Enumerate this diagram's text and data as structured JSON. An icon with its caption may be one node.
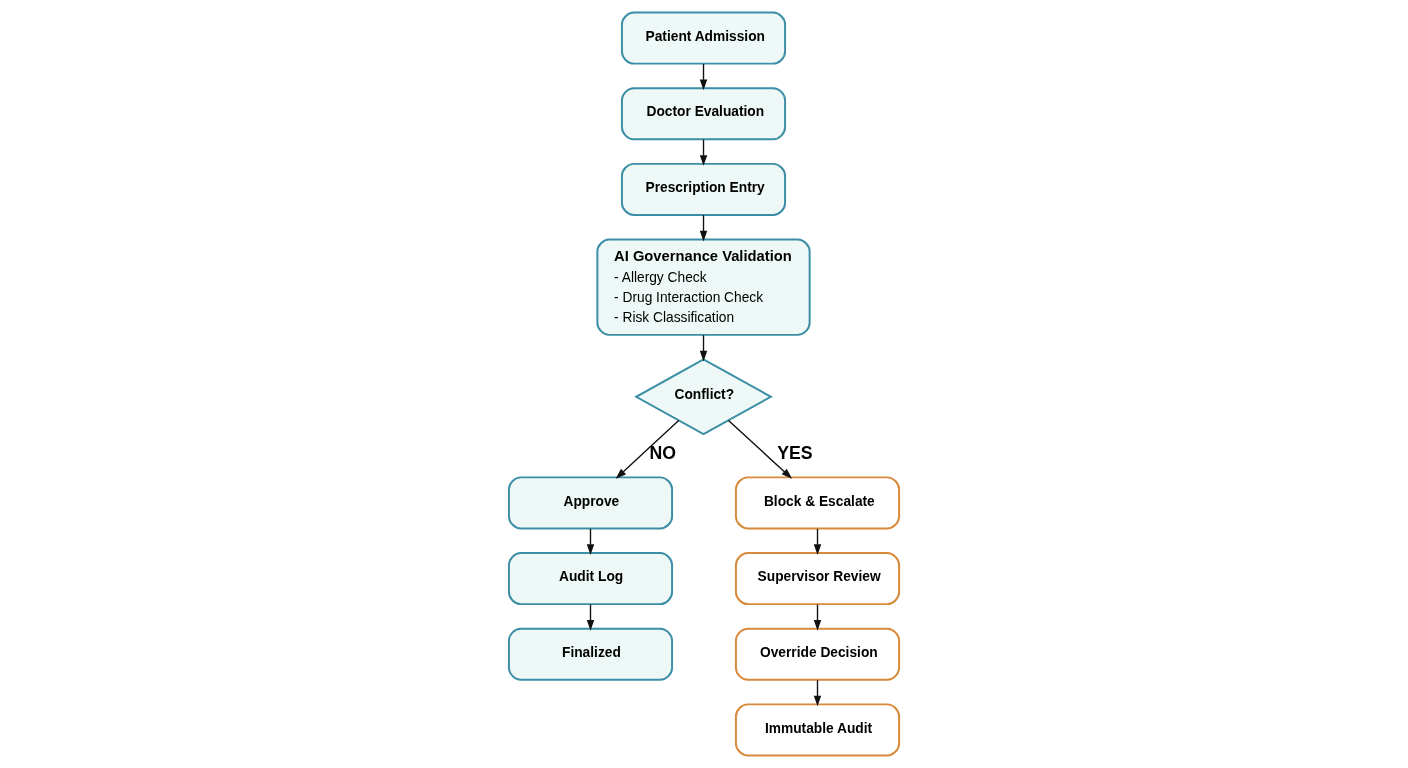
{
  "diagram": {
    "nodes": [
      {
        "text": [
          "Patient Admission"
        ]
      },
      {
        "text": [
          "Doctor Evaluation"
        ]
      },
      {
        "text": [
          "Prescription Entry"
        ]
      },
      {
        "text": [
          "AI Governance Validation",
          "- Allergy Check",
          "- Drug Interaction Check",
          "- Risk Classification"
        ]
      },
      {
        "text": [
          "Conflict?"
        ]
      },
      {
        "text": [
          "Approve"
        ]
      },
      {
        "text": [
          "Audit Log"
        ]
      },
      {
        "text": [
          "Finalized"
        ]
      },
      {
        "text": [
          "Block & Escalate"
        ]
      },
      {
        "text": [
          "Supervisor Review"
        ]
      },
      {
        "text": [
          "Override Decision"
        ]
      },
      {
        "text": [
          "Immutable Audit"
        ]
      }
    ],
    "edges": [
      {
        "from": 0,
        "to": 1,
        "arrow": "to"
      },
      {
        "from": 1,
        "to": 2,
        "arrow": "to"
      },
      {
        "from": 2,
        "to": 3,
        "arrow": "to"
      },
      {
        "from": 3,
        "to": 4,
        "arrow": "to"
      },
      {
        "from": 4,
        "to": 5,
        "arrow": "to",
        "label": "NO"
      },
      {
        "from": 5,
        "to": 6,
        "arrow": "to"
      },
      {
        "from": 6,
        "to": 7,
        "arrow": "to"
      },
      {
        "from": 4,
        "to": 8,
        "arrow": "to",
        "label": "YES"
      },
      {
        "from": 8,
        "to": 9,
        "arrow": "to"
      },
      {
        "from": 9,
        "to": 10,
        "arrow": "to"
      },
      {
        "from": 10,
        "to": 11,
        "arrow": "to"
      }
    ]
  }
}
